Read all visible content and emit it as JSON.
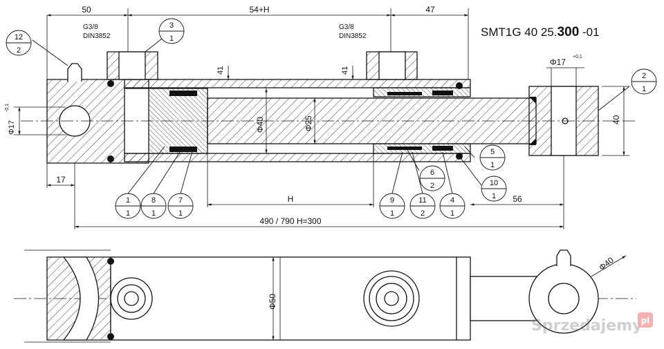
{
  "title": {
    "prefix": "SMT1G 40 25.",
    "bold": "300",
    "suffix": " -01"
  },
  "dims": {
    "d50": "50",
    "d54h": "54+H",
    "d47": "47",
    "d41a": "41",
    "d41b": "41",
    "d17": "17",
    "d56": "56",
    "dH": "H",
    "total": "490 / 790 H=300",
    "rod_d40": "Φ40",
    "rod_d25": "Φ25",
    "pin_d17": "Φ17",
    "pin_tol": "-0,1",
    "eye_d17": "Φ17",
    "eye_tol": "+0,1",
    "eye_h40": "40",
    "body_d50": "Φ50",
    "eye_d40": "Φ40"
  },
  "ports": {
    "left": {
      "thread": "G3/8",
      "std": "DIN3852"
    },
    "right": {
      "thread": "G3/8",
      "std": "DIN3852"
    }
  },
  "balloons": [
    {
      "top": "12",
      "bottom": "2"
    },
    {
      "top": "3",
      "bottom": "1"
    },
    {
      "top": "2",
      "bottom": "1"
    },
    {
      "top": "5",
      "bottom": "1"
    },
    {
      "top": "6",
      "bottom": "2"
    },
    {
      "top": "10",
      "bottom": "1"
    },
    {
      "top": "1",
      "bottom": "1"
    },
    {
      "top": "8",
      "bottom": "1"
    },
    {
      "top": "7",
      "bottom": "1"
    },
    {
      "top": "9",
      "bottom": "1"
    },
    {
      "top": "11",
      "bottom": "2"
    },
    {
      "top": "4",
      "bottom": "1"
    }
  ],
  "watermark": {
    "text": "Sprzedajemy",
    "badge": "pl"
  }
}
